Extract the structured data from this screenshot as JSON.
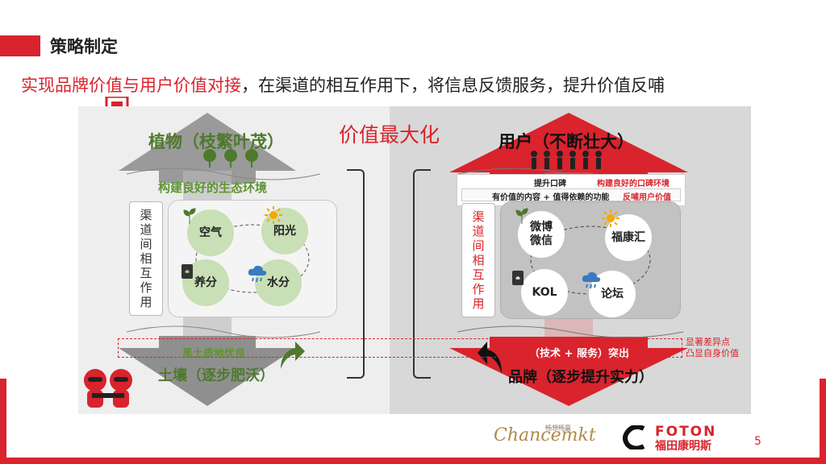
{
  "header": {
    "title": "策略制定",
    "subtitle_red": "实现品牌价值与用户价值对接",
    "subtitle_dark": "，在渠道的相互作用下，将信息反馈服务，提升价值反哺"
  },
  "center_title": "价值最大化",
  "left": {
    "top_title": "植物（枝繁叶茂）",
    "eco_title": "构建良好的生态环境",
    "channel_chars": [
      "渠",
      "道",
      "间",
      "相",
      "互",
      "作",
      "用"
    ],
    "circles": {
      "air": "空气",
      "sun": "阳光",
      "nutrient": "养分",
      "water": "水分"
    },
    "soil_quality": "黑土质地优良",
    "bottom_title": "土壤（逐步肥沃）"
  },
  "right": {
    "top_title": "用户（不断壮大）",
    "word_of_mouth": "提升口碑",
    "wom_env": "构建良好的口碑环境",
    "content_line": "有价值的内容 + 值得依赖的功能",
    "feedback": "反哺用户价值",
    "channel_chars": [
      "渠",
      "道",
      "间",
      "相",
      "互",
      "作",
      "用"
    ],
    "circles": {
      "weibo_line1": "微博",
      "weibo_line2": "微信",
      "fukanghui": "福康汇",
      "kol": "KOL",
      "forum": "论坛"
    },
    "tech_service": "（技术 + 服务）突出",
    "bottom_title": "品牌（逐步提升实力）"
  },
  "band_note": {
    "line1": "显著差异点",
    "line2": "凸显自身价值"
  },
  "footer": {
    "chance_small": "畅想畅赢",
    "chance_logo": "Chancemkt",
    "foton_en": "FOTON",
    "foton_cn": "福田康明斯",
    "page_number": "5"
  },
  "colors": {
    "accent_red": "#d9232d",
    "leaf_green": "#5d9531",
    "circle_green": "#c9dfb5"
  }
}
